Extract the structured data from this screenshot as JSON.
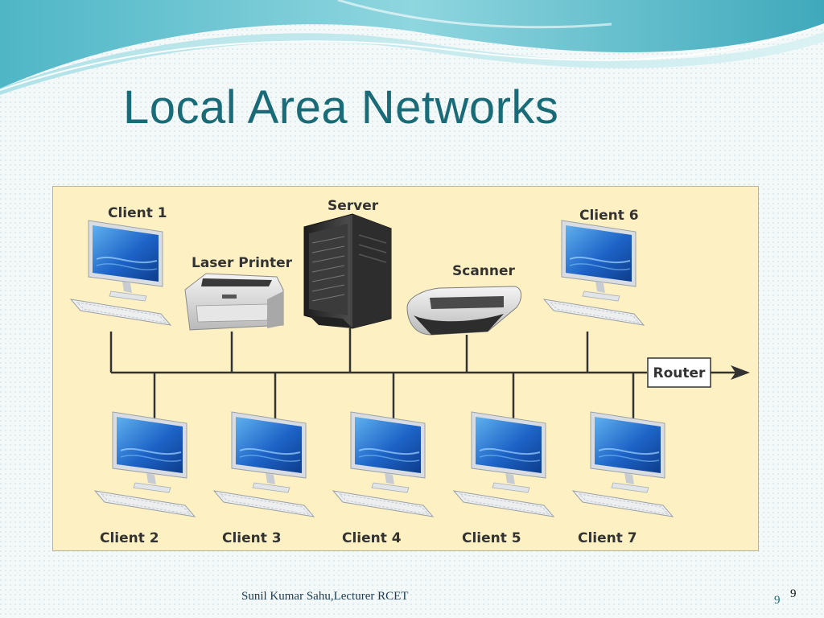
{
  "slide": {
    "title": "Local Area Networks",
    "footer": "Sunil Kumar Sahu,Lecturer RCET",
    "page_number": "9",
    "page_number_corner": "9"
  },
  "diagram": {
    "nodes": {
      "client1": "Client 1",
      "laser_printer": "Laser Printer",
      "server": "Server",
      "scanner": "Scanner",
      "client6": "Client 6",
      "router": "Router",
      "client2": "Client 2",
      "client3": "Client 3",
      "client4": "Client 4",
      "client5": "Client 5",
      "client7": "Client 7"
    },
    "colors": {
      "background": "#fdf1c3",
      "bus_line": "#333333",
      "screen": "#1a5fbf"
    }
  }
}
